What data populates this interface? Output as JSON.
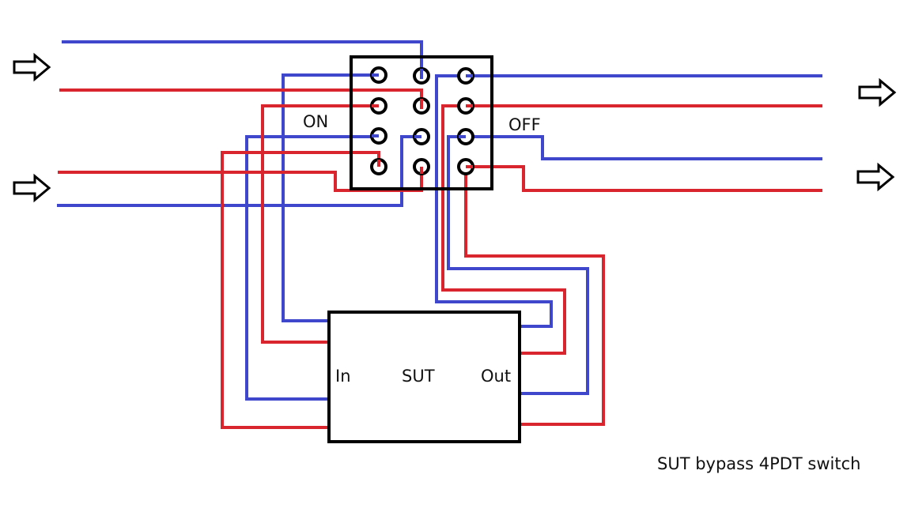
{
  "labels": {
    "switch_on": "ON",
    "switch_off": "OFF",
    "box_in": "In",
    "box_center": "SUT",
    "box_out": "Out",
    "caption": "SUT bypass 4PDT switch"
  },
  "colors": {
    "wire_blue": "#3f48cc",
    "wire_red": "#d9252e",
    "outline": "#000000"
  },
  "icons": {
    "left_arrows": [
      "arrow-right-icon",
      "arrow-right-icon"
    ],
    "right_arrows": [
      "arrow-right-icon",
      "arrow-right-icon"
    ]
  }
}
